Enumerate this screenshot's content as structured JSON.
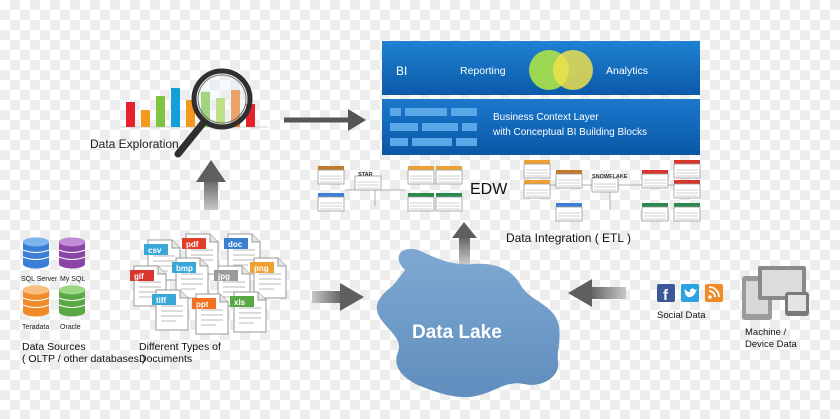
{
  "exploration": {
    "label": "Data Exploration"
  },
  "bi_panel": {
    "bi": "BI",
    "reporting": "Reporting",
    "analytics": "Analytics"
  },
  "context_layer": {
    "line1": "Business Context Layer",
    "line2": "with Conceptual BI Building Blocks"
  },
  "edw": {
    "label": "EDW",
    "star": "STAR",
    "snowflake": "SNOWFLAKE"
  },
  "etl": {
    "label": "Data Integration ( ETL )"
  },
  "lake": {
    "label": "Data Lake"
  },
  "sources": {
    "databases": [
      {
        "name": "SQL Server",
        "color": "#3a7fd5"
      },
      {
        "name": "My SQL",
        "color": "#8b45a6"
      },
      {
        "name": "Teradata",
        "color": "#f08a2a"
      },
      {
        "name": "Oracle",
        "color": "#5aa845"
      }
    ],
    "caption_line1": "Data Sources",
    "caption_line2": "( OLTP / other databases )"
  },
  "documents": {
    "types": [
      {
        "ext": "csv",
        "color": "#39a8d8"
      },
      {
        "ext": "pdf",
        "color": "#e0402a"
      },
      {
        "ext": "doc",
        "color": "#3b7fd0"
      },
      {
        "ext": "gif",
        "color": "#d8362c"
      },
      {
        "ext": "bmp",
        "color": "#39a8d8"
      },
      {
        "ext": "jpg",
        "color": "#9a9a9a"
      },
      {
        "ext": "png",
        "color": "#f0a030"
      },
      {
        "ext": "tiff",
        "color": "#39a8d8"
      },
      {
        "ext": "ppt",
        "color": "#f07020"
      },
      {
        "ext": "xls",
        "color": "#5aa845"
      }
    ],
    "caption_line1": "Different Types of",
    "caption_line2": "Documents"
  },
  "social": {
    "label": "Social Data",
    "icons": [
      "facebook-icon",
      "twitter-icon",
      "rss-icon"
    ]
  },
  "machine": {
    "line1": "Machine /",
    "line2": "Device Data"
  },
  "colors": {
    "bi_blue": "#0d64b4",
    "lake_blue": "#6f9cc8",
    "arrow_gray": "#5f5f5f",
    "venn_green": "#a8e04a",
    "venn_yellow": "#f4e24a"
  }
}
